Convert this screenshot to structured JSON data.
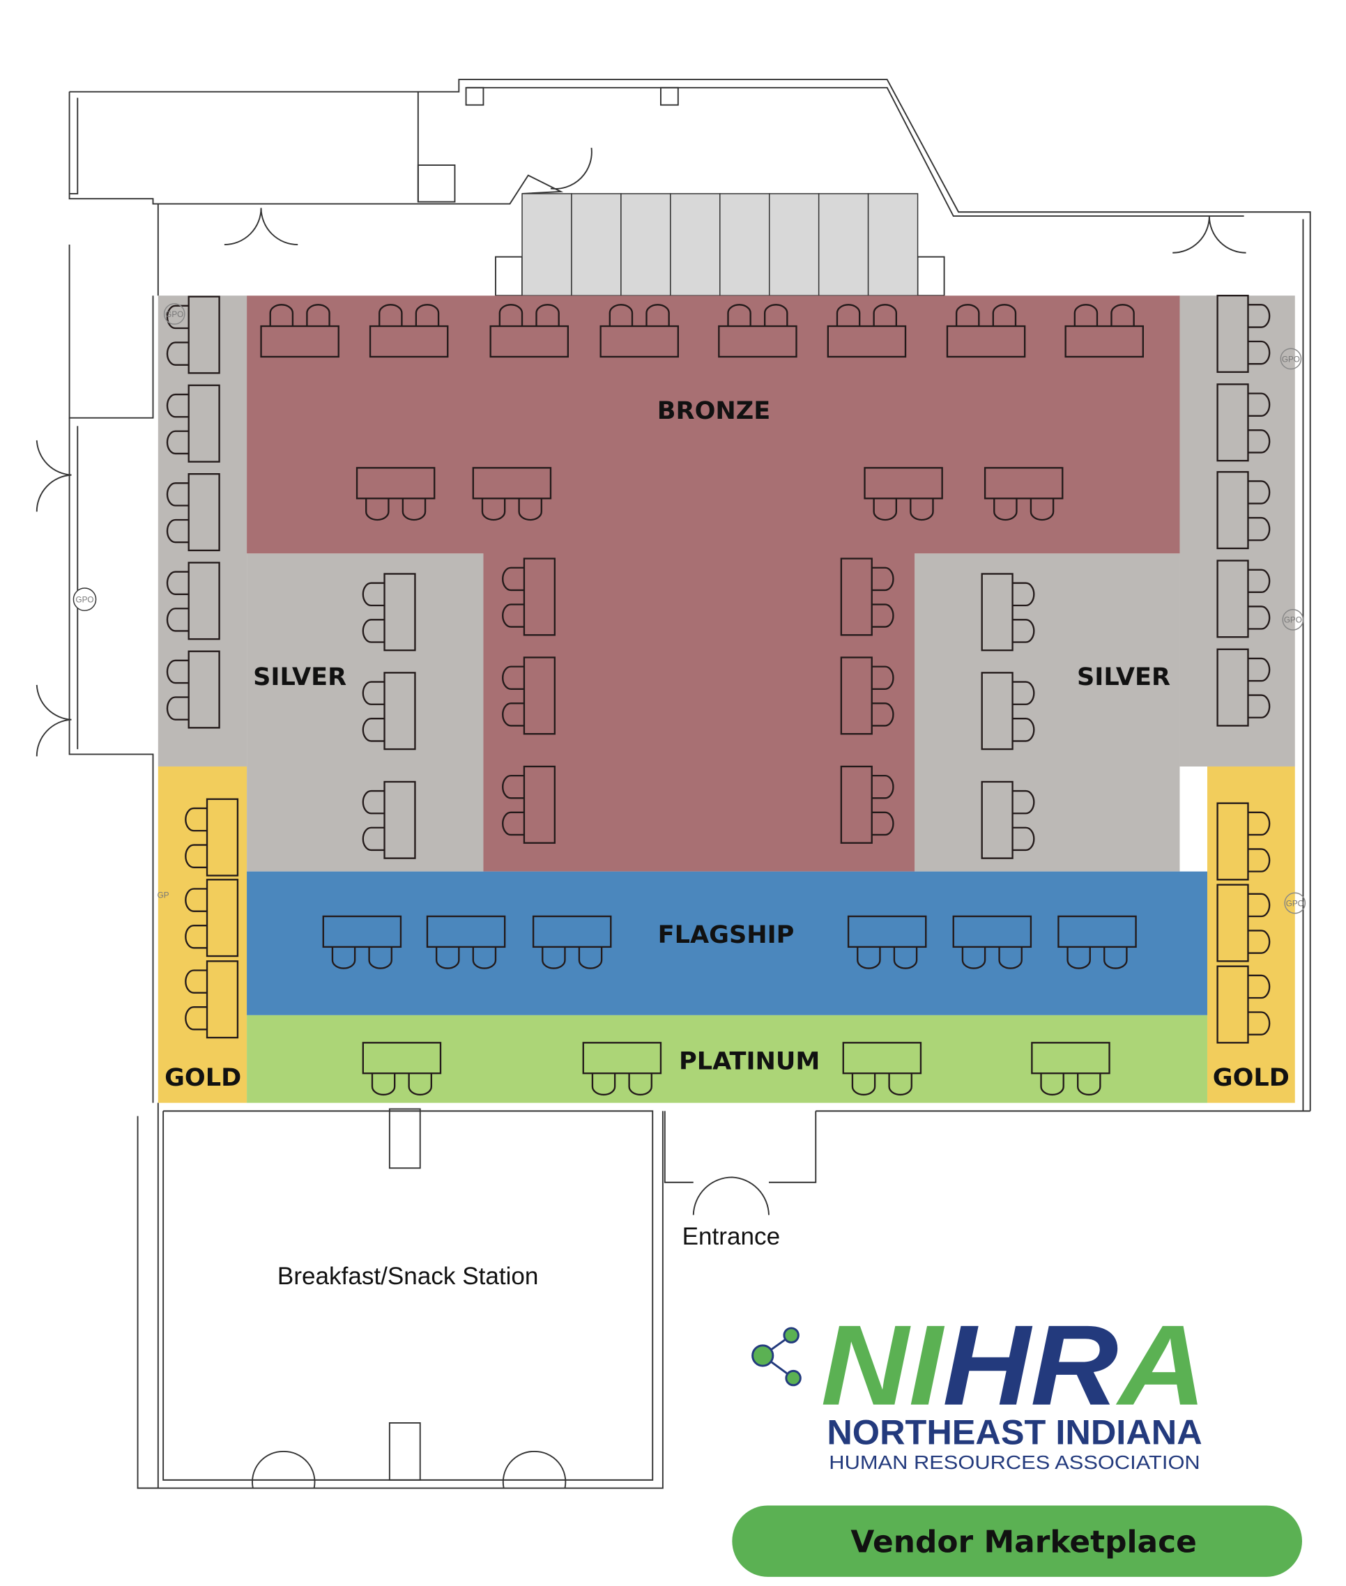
{
  "zones": {
    "bronze": {
      "label": "BRONZE",
      "color": "#a87073"
    },
    "silver_left": {
      "label": "SILVER",
      "color": "#bcb9b6"
    },
    "silver_right": {
      "label": "SILVER",
      "color": "#bcb9b6"
    },
    "gold_left": {
      "label": "GOLD",
      "color": "#f2cd5c"
    },
    "gold_right": {
      "label": "GOLD",
      "color": "#f2cd5c"
    },
    "flagship": {
      "label": "FLAGSHIP",
      "color": "#4b87bd"
    },
    "platinum": {
      "label": "PLATINUM",
      "color": "#acd577"
    }
  },
  "rooms": {
    "entrance": "Entrance",
    "breakfast": "Breakfast/Snack Station"
  },
  "outlets": {
    "gpo": "GPO",
    "gp": "GP"
  },
  "logo": {
    "part1": "NI",
    "part2": "HR",
    "part3": "A",
    "line1": "NORTHEAST INDIANA",
    "line2": "HUMAN RESOURCES ASSOCIATION",
    "green": "#5bb153",
    "navy": "#233a7d"
  },
  "banner": {
    "label": "Vendor Marketplace",
    "color": "#5bb153"
  }
}
